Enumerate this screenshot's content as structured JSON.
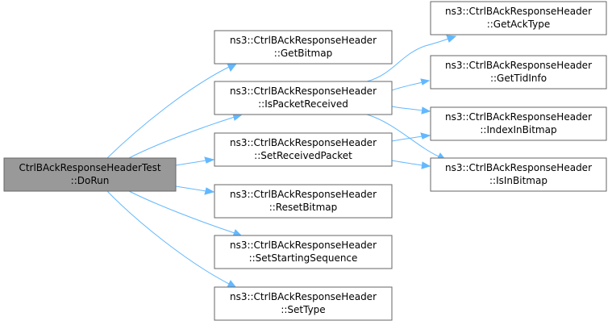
{
  "diagram": {
    "colors": {
      "root_fill": "#999999",
      "node_fill": "#ffffff",
      "border": "#666666",
      "edge": "#63b8ff"
    },
    "nodes": [
      {
        "id": "root",
        "kind": "root",
        "line1": "CtrlBAckResponseHeaderTest",
        "line2": "::DoRun"
      },
      {
        "id": "getBitmap",
        "kind": "node",
        "line1": "ns3::CtrlBAckResponseHeader",
        "line2": "::GetBitmap"
      },
      {
        "id": "isPacketReceived",
        "kind": "node",
        "line1": "ns3::CtrlBAckResponseHeader",
        "line2": "::IsPacketReceived"
      },
      {
        "id": "setReceivedPacket",
        "kind": "node",
        "line1": "ns3::CtrlBAckResponseHeader",
        "line2": "::SetReceivedPacket"
      },
      {
        "id": "resetBitmap",
        "kind": "node",
        "line1": "ns3::CtrlBAckResponseHeader",
        "line2": "::ResetBitmap"
      },
      {
        "id": "setStartingSequence",
        "kind": "node",
        "line1": "ns3::CtrlBAckResponseHeader",
        "line2": "::SetStartingSequence"
      },
      {
        "id": "setType",
        "kind": "node",
        "line1": "ns3::CtrlBAckResponseHeader",
        "line2": "::SetType"
      },
      {
        "id": "getAckType",
        "kind": "node",
        "line1": "ns3::CtrlBAckResponseHeader",
        "line2": "::GetAckType"
      },
      {
        "id": "getTidInfo",
        "kind": "node",
        "line1": "ns3::CtrlBAckResponseHeader",
        "line2": "::GetTidInfo"
      },
      {
        "id": "indexInBitmap",
        "kind": "node",
        "line1": "ns3::CtrlBAckResponseHeader",
        "line2": "::IndexInBitmap"
      },
      {
        "id": "isInBitmap",
        "kind": "node",
        "line1": "ns3::CtrlBAckResponseHeader",
        "line2": "::IsInBitmap"
      }
    ],
    "edges": [
      {
        "from": "root",
        "to": "getBitmap"
      },
      {
        "from": "root",
        "to": "isPacketReceived"
      },
      {
        "from": "root",
        "to": "setReceivedPacket"
      },
      {
        "from": "root",
        "to": "resetBitmap"
      },
      {
        "from": "root",
        "to": "setStartingSequence"
      },
      {
        "from": "root",
        "to": "setType"
      },
      {
        "from": "isPacketReceived",
        "to": "getAckType"
      },
      {
        "from": "isPacketReceived",
        "to": "getTidInfo"
      },
      {
        "from": "isPacketReceived",
        "to": "indexInBitmap"
      },
      {
        "from": "isPacketReceived",
        "to": "isInBitmap"
      },
      {
        "from": "setReceivedPacket",
        "to": "indexInBitmap"
      },
      {
        "from": "setReceivedPacket",
        "to": "isInBitmap"
      }
    ]
  }
}
